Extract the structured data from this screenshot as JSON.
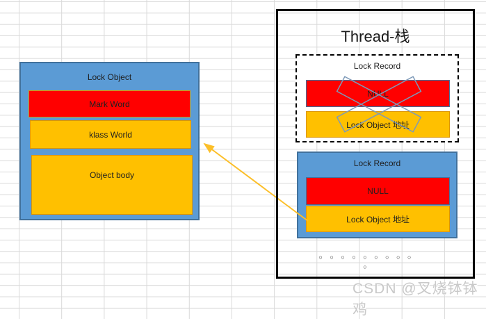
{
  "colors": {
    "grid_line": "#d9d9d9",
    "box_blue": "#5b9bd5",
    "box_blue_border": "#41719c",
    "cell_red": "#ff0000",
    "cell_yellow": "#ffc000",
    "gold_border": "#dd9502",
    "outer_border": "#000000",
    "arrow": "#fcbf29",
    "cross_stroke": "#7d99b8",
    "text": "#1f1f1f",
    "watermark": "#c9c9c9"
  },
  "lock_object": {
    "title": "Lock Object",
    "mark_word": "Mark Word",
    "klass_world": "klass World",
    "object_body": "Object body"
  },
  "thread_stack": {
    "title": "Thread-栈",
    "revoked_record": {
      "title": "Lock Record",
      "null_label": "NULL",
      "address_label": "Lock Object 地址",
      "crossed_out": true
    },
    "active_record": {
      "title": "Lock Record",
      "null_label": "NULL",
      "address_label": "Lock Object 地址",
      "crossed_out": false
    },
    "ellipsis": "○ ○ ○ ○ ○ ○ ○ ○ ○ ○"
  },
  "watermark": "CSDN @叉烧钵钵鸡"
}
